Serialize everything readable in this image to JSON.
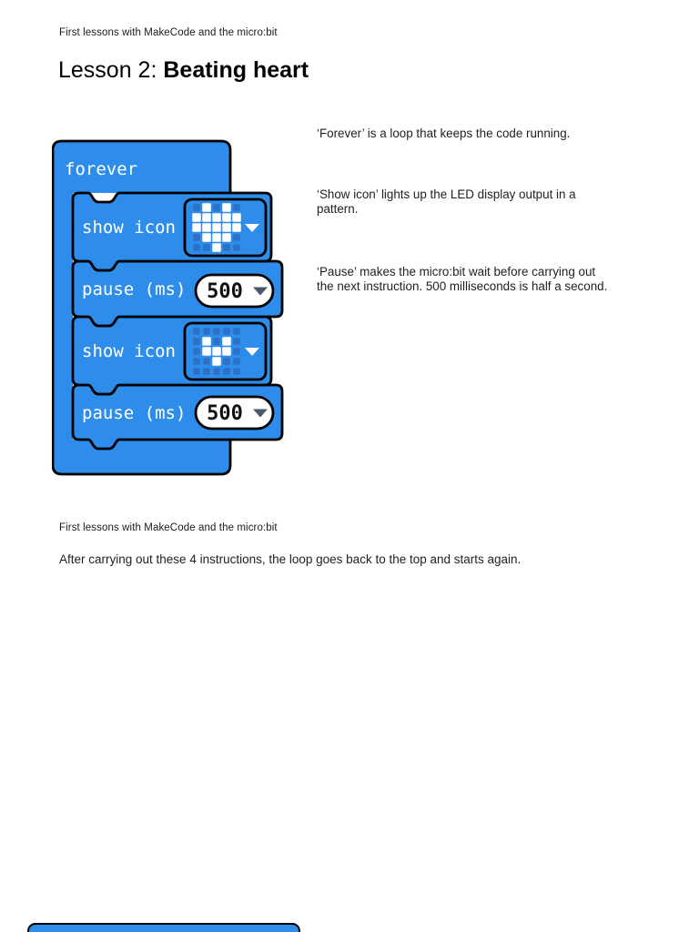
{
  "page": {
    "header": "First lessons with MakeCode and the micro:bit",
    "title_prefix": "Lesson 2: ",
    "title_bold": "Beating heart",
    "footer_header": "First lessons with MakeCode and the micro:bit",
    "closing_text": "After carrying out these 4 instructions, the loop goes back to the top and starts again."
  },
  "colors": {
    "block_blue": "#2E8DEB",
    "led_on": "#FFFFFF",
    "led_off": "#2B72C6",
    "outline": "#000000",
    "pill_bg": "#FFFFFF",
    "pill_text": "#111111",
    "dropdown_gray": "#4C5869",
    "block_text": "#FFFFFF"
  },
  "blocks": {
    "forever_label": "forever",
    "show_icon_label_1": "show icon",
    "show_icon_label_2": "show icon",
    "pause_label_1": "pause (ms)",
    "pause_label_2": "pause (ms)",
    "pause_value_1": "500",
    "pause_value_2": "500",
    "icon_1_name": "big-heart",
    "icon_2_name": "small-heart",
    "icon_1_grid": [
      [
        0,
        1,
        0,
        1,
        0
      ],
      [
        1,
        1,
        1,
        1,
        1
      ],
      [
        1,
        1,
        1,
        1,
        1
      ],
      [
        0,
        1,
        1,
        1,
        0
      ],
      [
        0,
        0,
        1,
        0,
        0
      ]
    ],
    "icon_2_grid": [
      [
        0,
        0,
        0,
        0,
        0
      ],
      [
        0,
        1,
        0,
        1,
        0
      ],
      [
        0,
        1,
        1,
        1,
        0
      ],
      [
        0,
        0,
        1,
        0,
        0
      ],
      [
        0,
        0,
        0,
        0,
        0
      ]
    ]
  },
  "annotations": [
    {
      "lines": [
        "‘Forever’ is a loop that keeps the code running."
      ]
    },
    {
      "lines": [
        "‘Show icon’ lights up the LED display output in a",
        "pattern."
      ]
    },
    {
      "lines": [
        "‘Pause’ makes the micro:bit wait before carrying out",
        "the next instruction. 500 milliseconds is half a second."
      ]
    }
  ]
}
